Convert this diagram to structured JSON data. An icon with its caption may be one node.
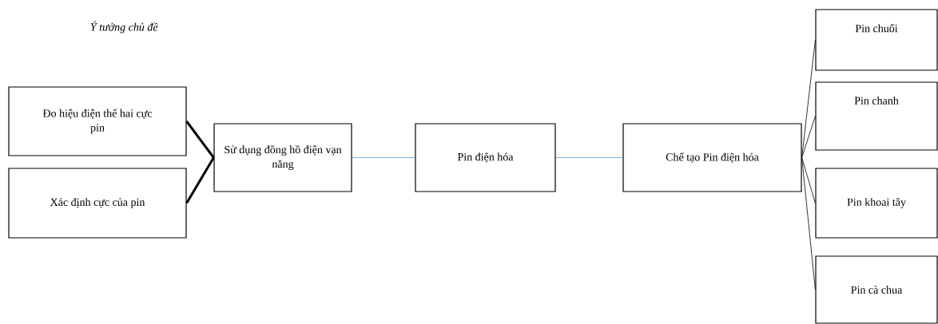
{
  "diagram": {
    "nodes": [
      {
        "text": [
          "Đo hiệu điện thế hai cực pin"
        ]
      },
      {
        "text": [
          "Xác định cực của pin"
        ]
      },
      {
        "text": [
          "Sử dụng đồng hồ điện vạn năng"
        ]
      },
      {
        "text": [
          "Pin điện hóa"
        ]
      },
      {
        "text": [
          "Chế tạo Pin điện hóa"
        ]
      },
      {
        "text": [
          "Pin chuối"
        ]
      },
      {
        "text": [
          "Pin  chanh"
        ]
      },
      {
        "text": [
          "Pin khoai tây"
        ]
      },
      {
        "text": [
          "Pin cà chua"
        ]
      }
    ],
    "edges": [
      {
        "from": 0,
        "to": 2,
        "arrow": "none",
        "style": "thick"
      },
      {
        "from": 1,
        "to": 2,
        "arrow": "none",
        "style": "thick"
      },
      {
        "from": 2,
        "to": 3,
        "arrow": "none",
        "color": "#5b9bd5"
      },
      {
        "from": 3,
        "to": 4,
        "arrow": "none",
        "color": "#5b9bd5"
      },
      {
        "from": 4,
        "to": 5,
        "arrow": "none"
      },
      {
        "from": 4,
        "to": 6,
        "arrow": "none"
      },
      {
        "from": 4,
        "to": 7,
        "arrow": "none"
      },
      {
        "from": 4,
        "to": 8,
        "arrow": "none"
      }
    ],
    "labels": [
      "Ý tưởng chủ đề"
    ]
  }
}
